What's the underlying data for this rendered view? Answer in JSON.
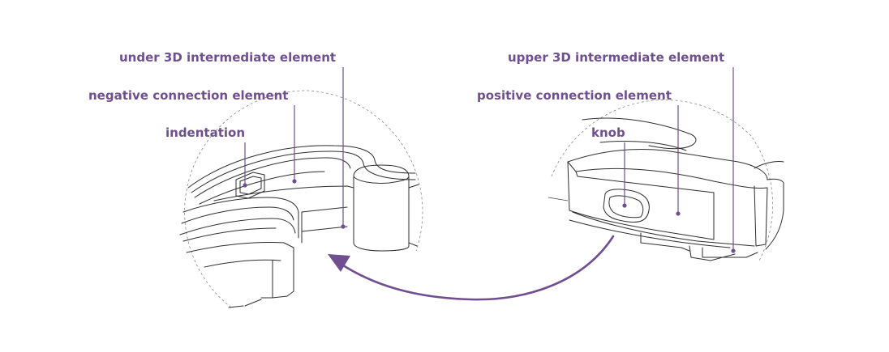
{
  "colors": {
    "accent": "#6f4f8f",
    "line": "#2e2e2e"
  },
  "labels": {
    "under_3d": "under 3D intermediate element",
    "negative_connection": "negative connection element",
    "indentation": "indentation",
    "upper_3d": "upper 3D intermediate element",
    "positive_connection": "positive connection element",
    "knob": "knob"
  }
}
